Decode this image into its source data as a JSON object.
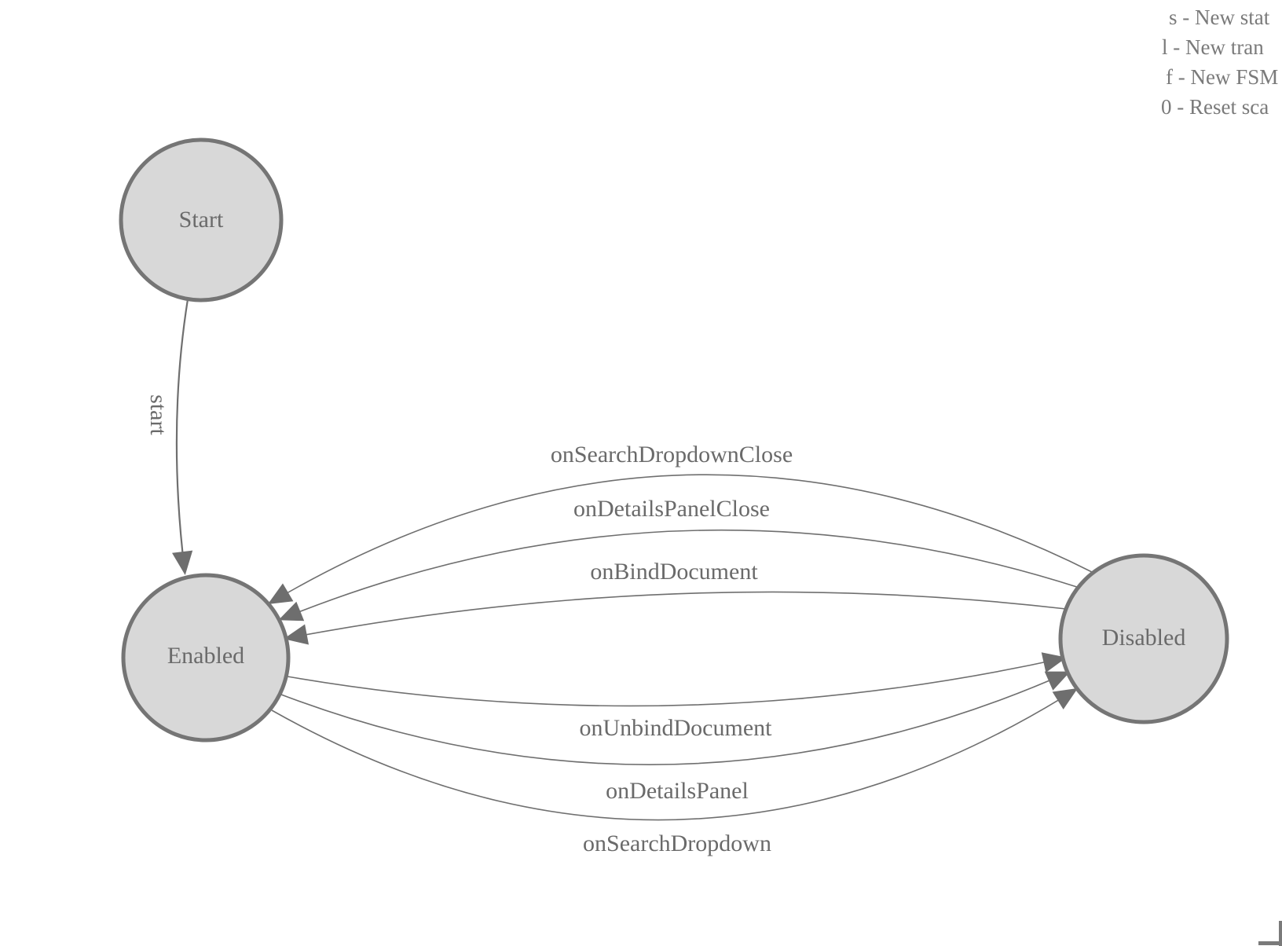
{
  "legend": {
    "lines": [
      "s - New stat",
      "l - New tran",
      "f - New FSM",
      "0 - Reset sca"
    ]
  },
  "fsm": {
    "states": [
      {
        "label": "Start"
      },
      {
        "label": "Enabled"
      },
      {
        "label": "Disabled"
      }
    ],
    "transitions": [
      {
        "label": "start",
        "from": "Start",
        "to": "Enabled"
      },
      {
        "label": "onSearchDropdownClose",
        "from": "Disabled",
        "to": "Enabled"
      },
      {
        "label": "onDetailsPanelClose",
        "from": "Disabled",
        "to": "Enabled"
      },
      {
        "label": "onBindDocument",
        "from": "Disabled",
        "to": "Enabled"
      },
      {
        "label": "onUnbindDocument",
        "from": "Enabled",
        "to": "Disabled"
      },
      {
        "label": "onDetailsPanel",
        "from": "Enabled",
        "to": "Disabled"
      },
      {
        "label": "onSearchDropdown",
        "from": "Enabled",
        "to": "Disabled"
      }
    ]
  },
  "colors": {
    "state_fill": "#d8d8d8",
    "state_border": "#757575",
    "edge": "#6f6f6f",
    "text": "#6a6a6a",
    "legend_text": "#7a7a7a"
  }
}
